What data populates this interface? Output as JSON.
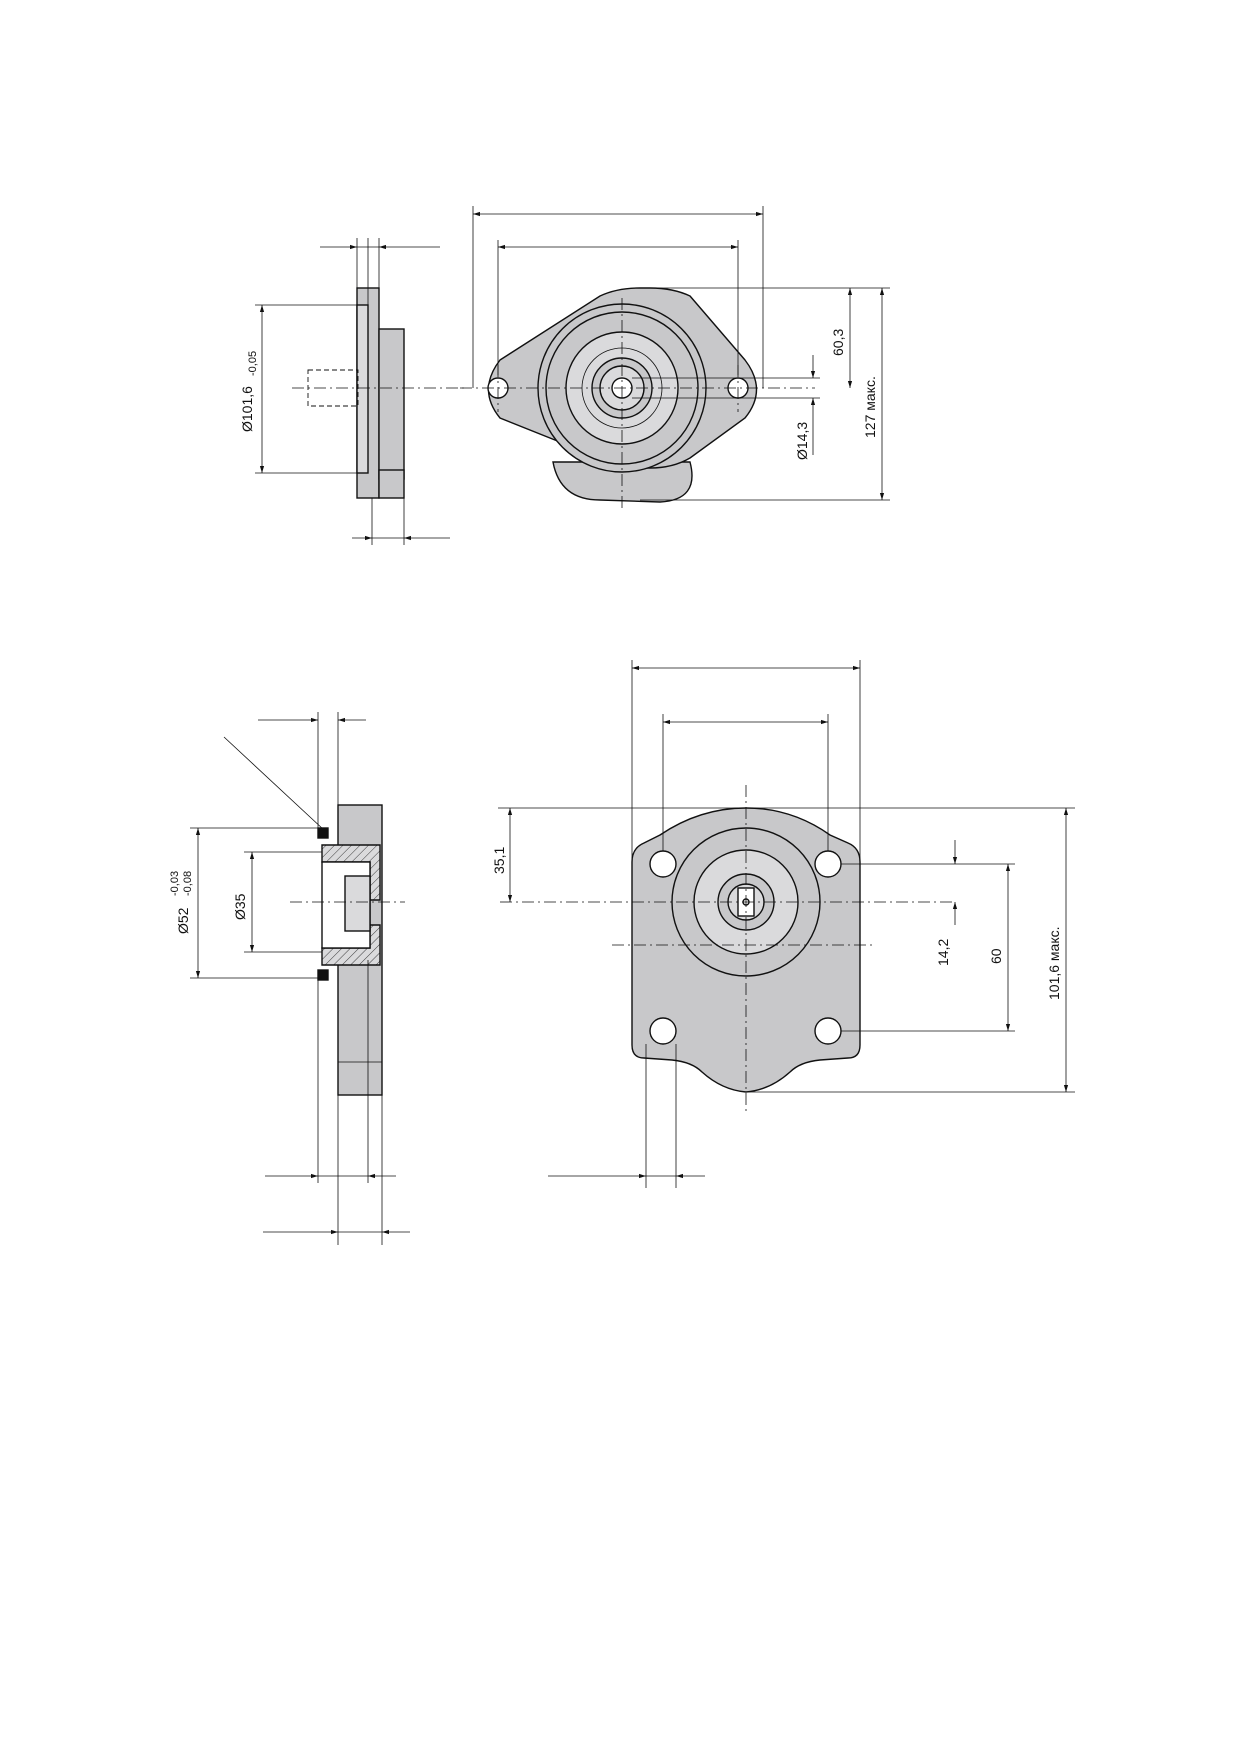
{
  "colors": {
    "part_fill": "#c8c8ca",
    "part_fill_light": "#dadadc",
    "line": "#111111",
    "background": "#ffffff"
  },
  "view1": {
    "dim_diameter_flange": "Ø101,6",
    "dim_diameter_flange_tol": "-0,05",
    "dim_height_60_3": "60,3",
    "dim_shaft_diameter": "Ø14,3",
    "dim_height_127_max": "127 макс."
  },
  "view2": {
    "dim_diameter_52": "Ø52",
    "dim_diameter_52_tol_upper": "-0,03",
    "dim_diameter_52_tol_lower": "-0,08",
    "dim_diameter_35": "Ø35",
    "dim_offset_35_1": "35,1",
    "dim_offset_14_2": "14,2",
    "dim_spacing_60": "60",
    "dim_height_101_6_max": "101,6 макс."
  }
}
